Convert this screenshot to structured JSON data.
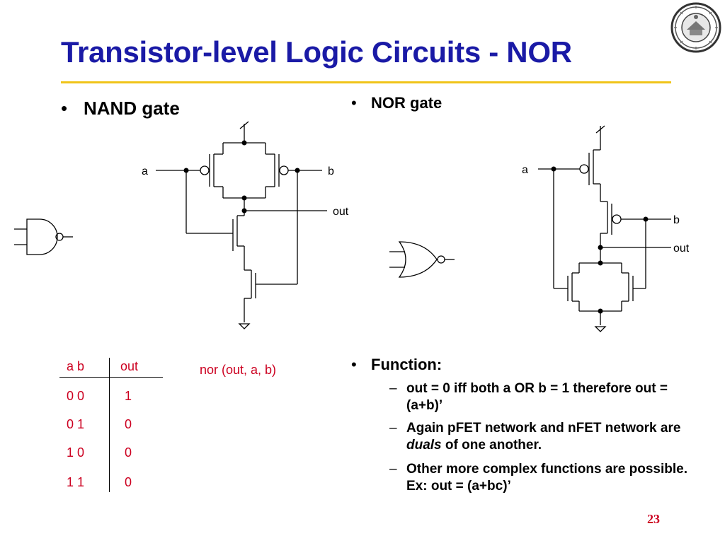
{
  "slide": {
    "title": "Transistor-level Logic Circuits - NOR",
    "page_number": "23",
    "accent_color": "#f0c419",
    "title_color": "#1a1aa6",
    "highlight_color": "#cc0020",
    "seal_icon": "university-seal"
  },
  "left": {
    "bullet": "NAND gate",
    "circuit_labels": {
      "a": "a",
      "b": "b",
      "out": "out"
    }
  },
  "right": {
    "bullet": "NOR gate",
    "circuit_labels": {
      "a": "a",
      "b": "b",
      "out": "out"
    }
  },
  "truth_table": {
    "headers": {
      "ab": "a  b",
      "out": "out"
    },
    "rows": [
      {
        "ab": "0  0",
        "out": "1"
      },
      {
        "ab": "0  1",
        "out": "0"
      },
      {
        "ab": "1   0",
        "out": "0"
      },
      {
        "ab": "1   1",
        "out": "0"
      }
    ]
  },
  "expression": "nor (out, a, b)",
  "function": {
    "heading": "Function:",
    "items": [
      {
        "text": "out = 0 iff both a OR b = 1 therefore out = (a+b)’"
      },
      {
        "pre": "Again pFET network and nFET network are ",
        "em": "duals",
        "post": " of one another."
      },
      {
        "text": "Other more complex functions are possible.  Ex: out = (a+bc)’"
      }
    ]
  }
}
